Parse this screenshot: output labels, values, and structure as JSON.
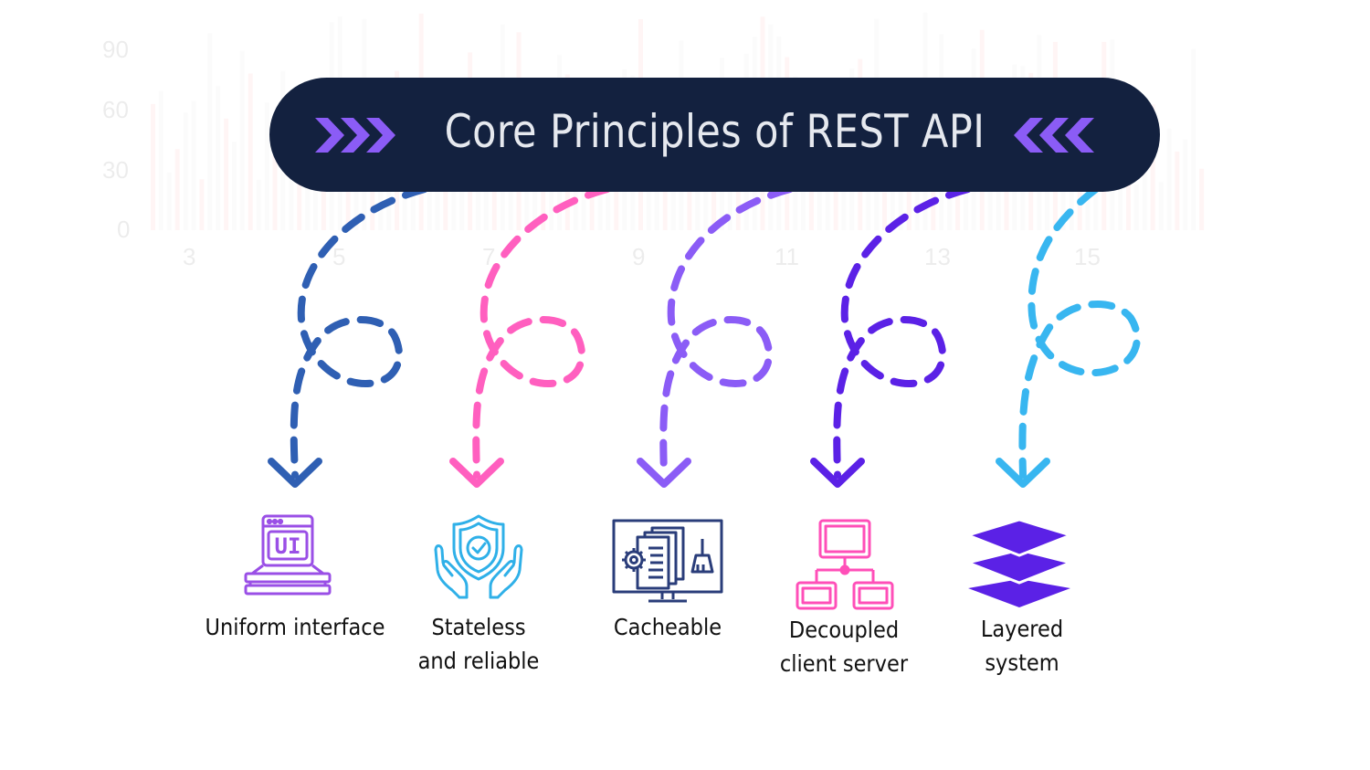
{
  "title": "Core Principles of REST API",
  "colors": {
    "banner": "#13213f",
    "accent_chevrons": "#8b5cf6",
    "arrow_1": "#2f5fb3",
    "arrow_2": "#ff5fbf",
    "arrow_3": "#8b5cf6",
    "arrow_4": "#5b21e6",
    "arrow_5": "#38b6f0"
  },
  "principles": [
    {
      "line1": "Uniform interface",
      "line2": "",
      "icon": "ui-layers-icon",
      "icon_text": "UI"
    },
    {
      "line1": "Stateless",
      "line2": "and reliable",
      "icon": "shield-check-hands-icon"
    },
    {
      "line1": "Cacheable",
      "line2": "",
      "icon": "monitor-cache-icon"
    },
    {
      "line1": "Decoupled",
      "line2": "client server",
      "icon": "network-nodes-icon"
    },
    {
      "line1": "Layered",
      "line2": "system",
      "icon": "stacked-layers-icon"
    }
  ],
  "background_chart": {
    "yticks": [
      "90",
      "60",
      "30",
      "0"
    ],
    "xticks": [
      "3",
      "5",
      "7",
      "9",
      "11",
      "13",
      "15"
    ]
  }
}
